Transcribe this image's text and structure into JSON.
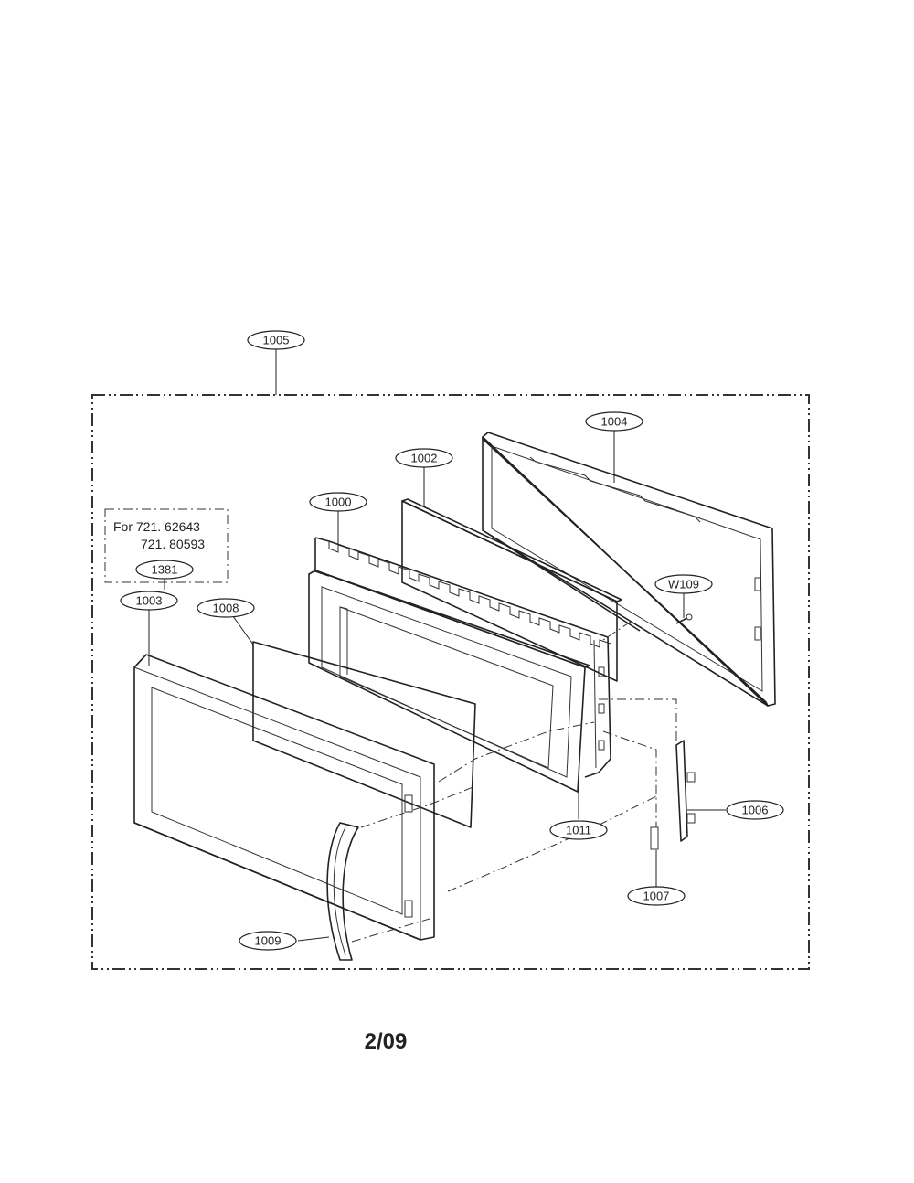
{
  "callouts": {
    "c1005": "1005",
    "c1004": "1004",
    "c1002": "1002",
    "c1000": "1000",
    "w109": "W109",
    "c1381": "1381",
    "c1003": "1003",
    "c1008": "1008",
    "c1006": "1006",
    "c1011": "1011",
    "c1007": "1007",
    "c1009": "1009"
  },
  "note": {
    "line1": "For 721. 62643",
    "line2": "721. 80593"
  },
  "page_number": "2/09"
}
